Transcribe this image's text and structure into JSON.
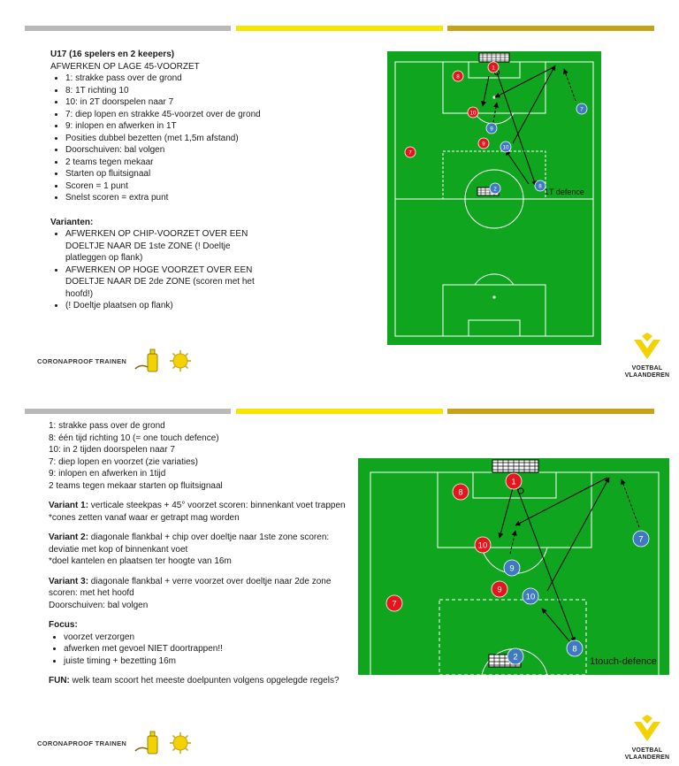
{
  "page1": {
    "title": "U17 (16 spelers en 2 keepers)",
    "subtitle": "AFWERKEN OP LAGE 45-VOORZET",
    "bullets": [
      "1: strakke pass over de grond",
      "8: 1T richting 10",
      "10: in 2T doorspelen naar 7",
      "7: diep lopen en strakke 45-voorzet over de grond",
      "9: inlopen en afwerken in 1T",
      "Posities dubbel bezetten (met 1,5m afstand)",
      "Doorschuiven: bal volgen",
      "2 teams tegen mekaar",
      "Starten op fluitsignaal",
      "Scoren = 1 punt",
      "Snelst scoren = extra punt"
    ],
    "variants_title": "Varianten:",
    "variants": [
      "AFWERKEN OP CHIP-VOORZET OVER EEN DOELTJE NAAR DE 1ste ZONE (! Doeltje platleggen op flank)",
      "AFWERKEN OP HOGE VOORZET OVER EEN DOELTJE NAAR DE 2de ZONE (scoren met het hoofd!)",
      "(! Doeltje plaatsen op flank)"
    ],
    "diagram_annotation": "1T defence"
  },
  "page2": {
    "lines": [
      "1: strakke pass over de grond",
      "8: één tijd richting 10 (= one touch defence)",
      "10: in 2 tijden doorspelen naar 7",
      "7: diep lopen en voorzet (zie variaties)",
      "9: inlopen en afwerken in 1tijd",
      "2 teams tegen mekaar   starten op fluitsignaal"
    ],
    "variant1": {
      "label": "Variant 1:",
      "text": " verticale steekpas + 45° voorzet   scoren: binnenkant voet trappen",
      "note": "*cones zetten vanaf waar er getrapt mag worden"
    },
    "variant2": {
      "label": "Variant 2:",
      "text": " diagonale flankbal + chip over doeltje naar 1ste zone   scoren: deviatie met kop of binnenkant voet",
      "note": "*doel kantelen en plaatsen ter hoogte van 16m"
    },
    "variant3": {
      "label": "Variant 3:",
      "text": " diagonale flankbal + verre voorzet over doeltje naar 2de zone scoren: met het hoofd",
      "note": "Doorschuiven: bal volgen"
    },
    "focus_title": "Focus:",
    "focus": [
      "voorzet verzorgen",
      "afwerken met gevoel   NIET doortrappen!!",
      "juiste timing + bezetting 16m"
    ],
    "fun_label": "FUN:",
    "fun_text": " welk team scoort het meeste doelpunten volgens opgelegde regels?",
    "diagram_annotation": "1touch-defence"
  },
  "footer": {
    "corona_label": "CORONAPROOF TRAINEN",
    "logo_line1": "VOETBAL",
    "logo_line2": "VLAANDEREN"
  },
  "players": {
    "red": [
      "1",
      "8",
      "10",
      "9",
      "7"
    ],
    "blue": [
      "9",
      "10",
      "7",
      "8",
      "2"
    ]
  },
  "colors": {
    "bar_grey": "#b9b9b9",
    "bar_yellow": "#f6e500",
    "bar_gold": "#c7a119",
    "pitch_green": "#10a51f",
    "player_red": "#e4151c",
    "player_blue": "#3e79c2",
    "logo_yellow": "#f2d200"
  }
}
